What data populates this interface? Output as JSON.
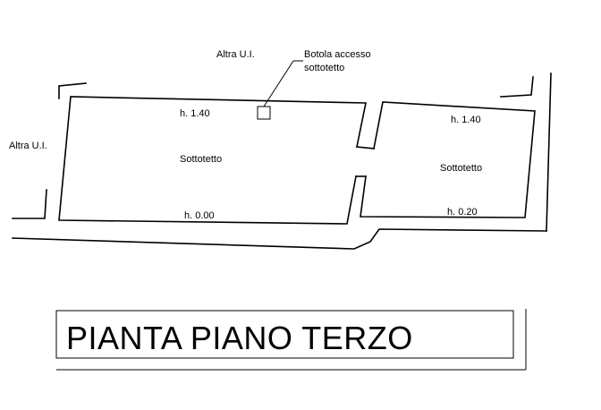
{
  "labels": {
    "neighbor_top": "Altra U.I.",
    "neighbor_left": "Altra U.I.",
    "hatch_line1": "Botola accesso",
    "hatch_line2": "sottotetto",
    "room_left_name": "Sottotetto",
    "room_left_h_top": "h. 1.40",
    "room_left_h_bottom": "h. 0.00",
    "room_right_name": "Sottotetto",
    "room_right_h_top": "h. 1.40",
    "room_right_h_bottom": "h. 0.20"
  },
  "title": "PIANTA PIANO TERZO"
}
